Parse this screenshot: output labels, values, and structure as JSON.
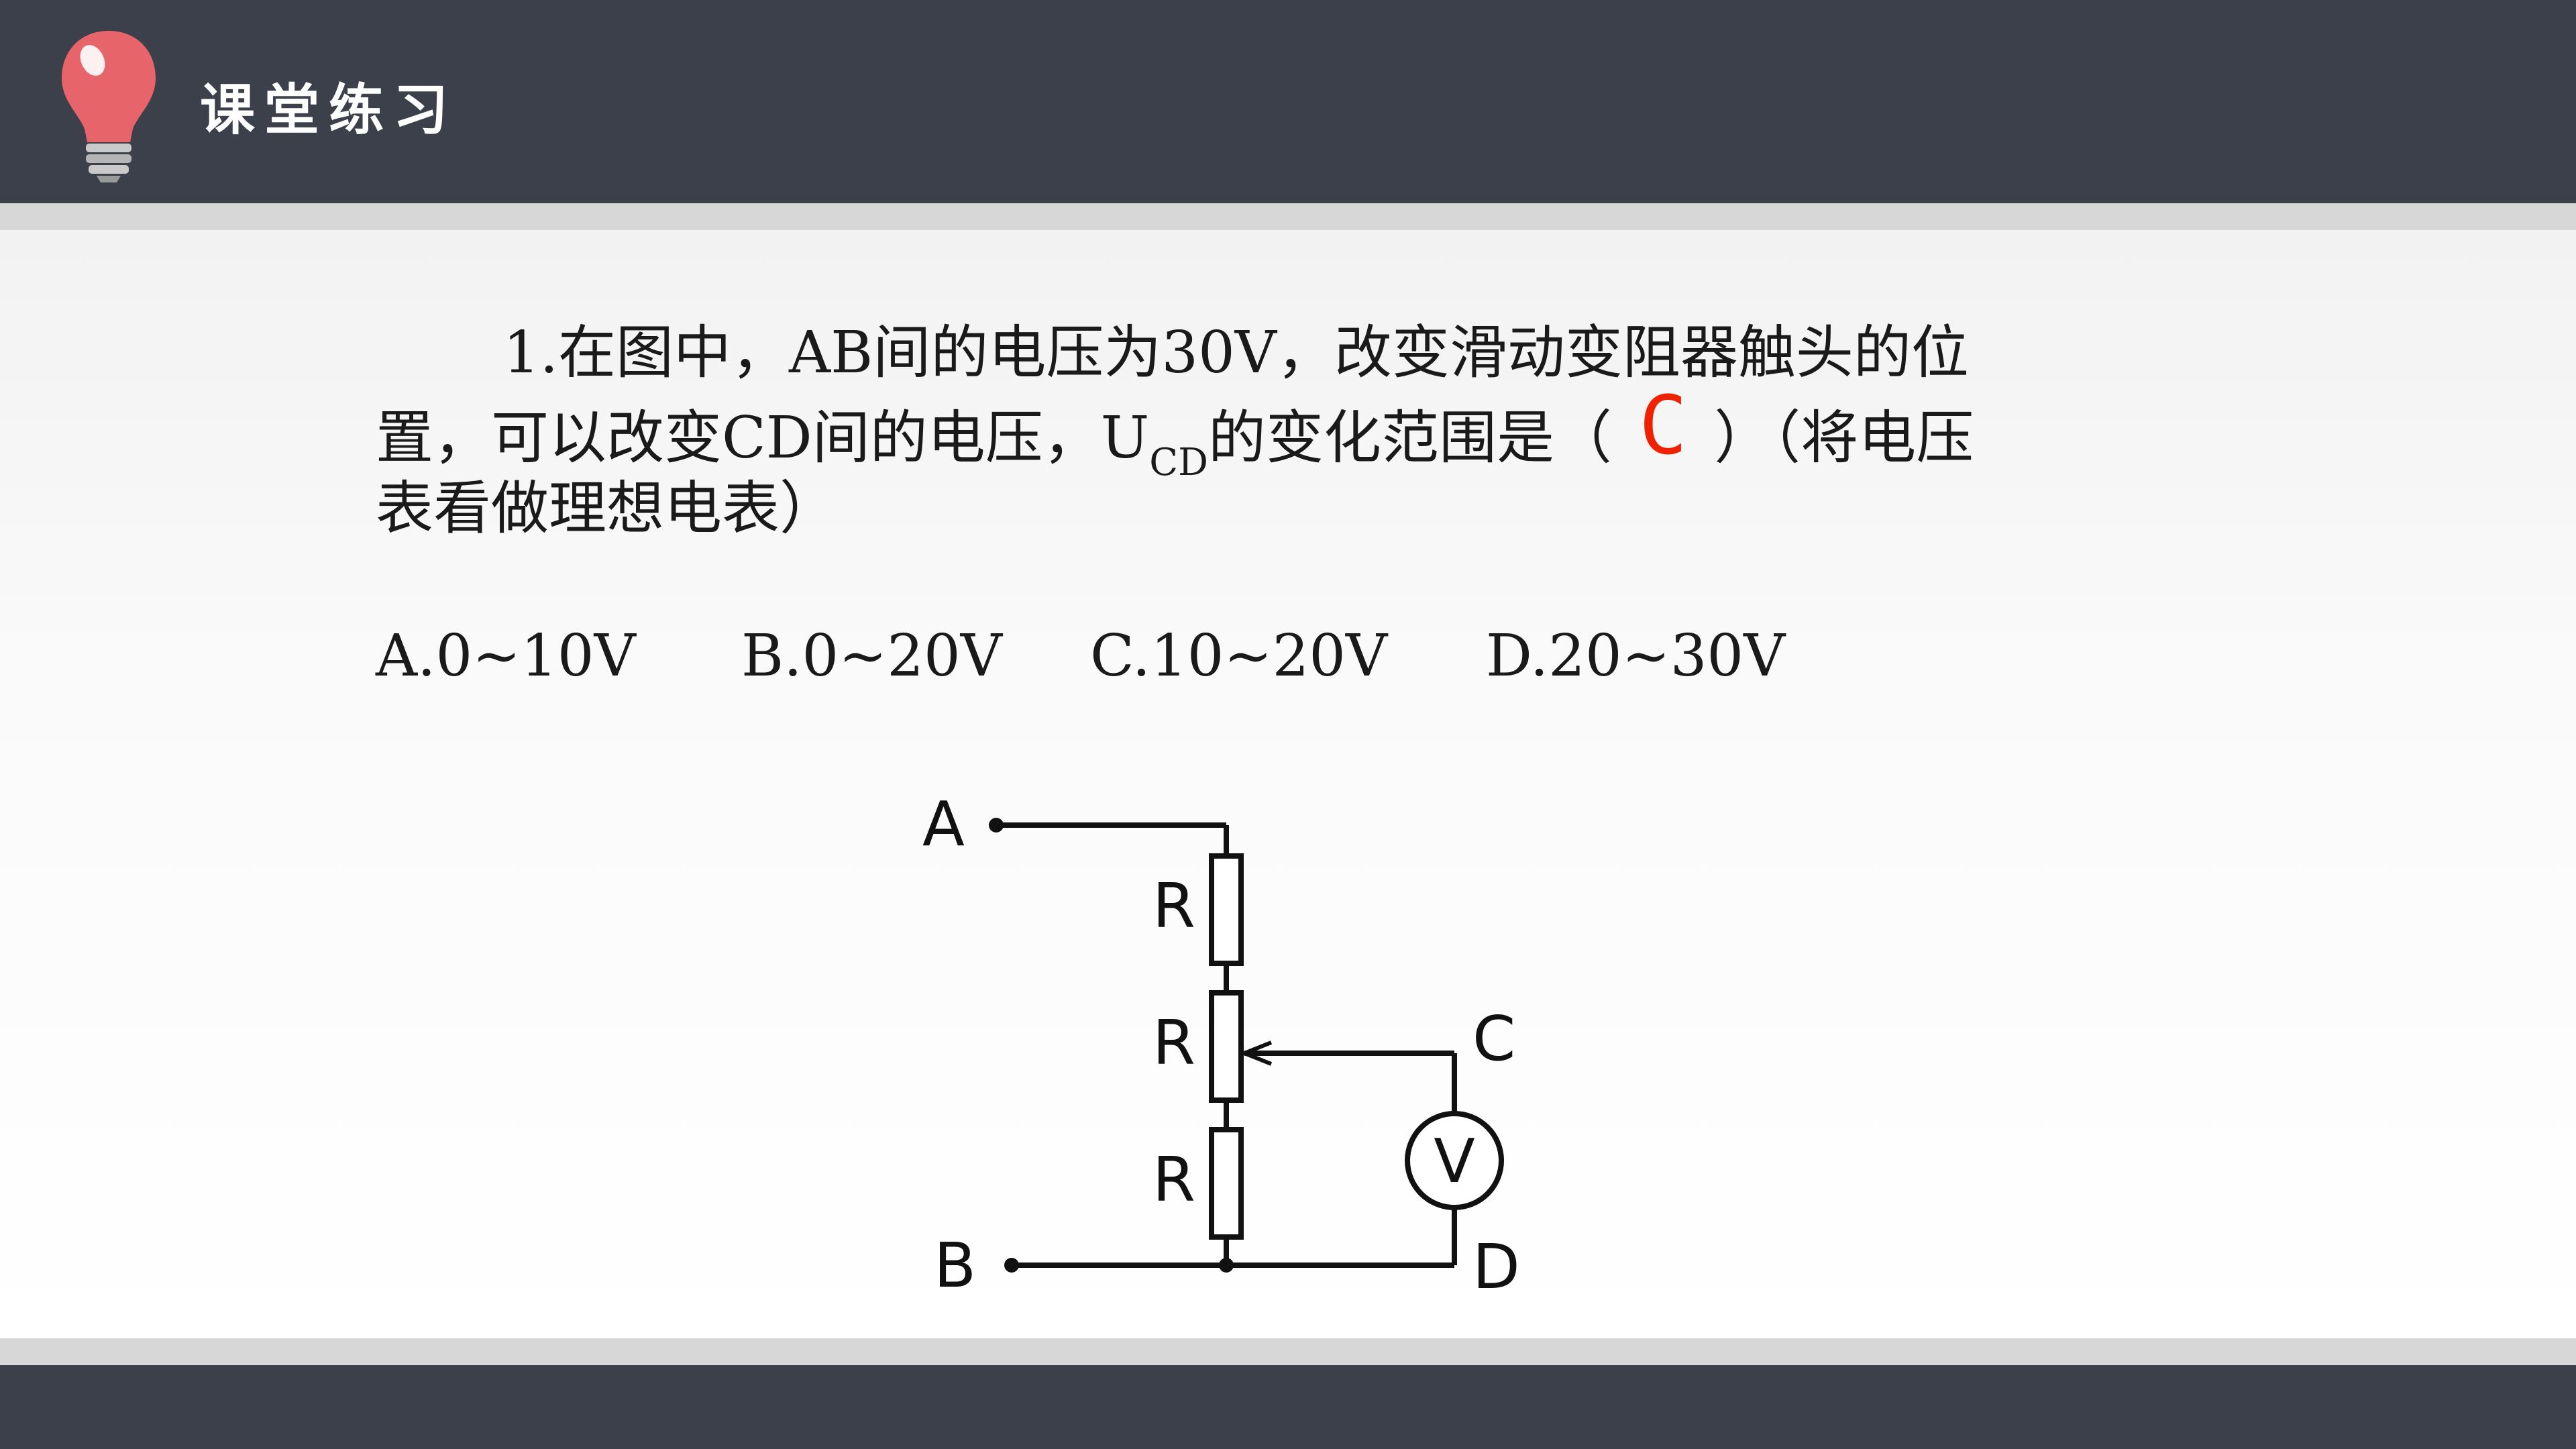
{
  "header": {
    "title": "课堂练习",
    "icon": "lightbulb-icon"
  },
  "question": {
    "line1": "1.在图中，AB间的电压为30V，改变滑动变阻器触头的位",
    "line2_prefix": "置，可以改变CD间的电压，U",
    "line2_sub": "CD",
    "line2_mid": "的变化范围是（",
    "answer": "C",
    "line2_suffix": "）（将电压",
    "line3": "表看做理想电表）"
  },
  "options": [
    "A.0~10V",
    "B.0~20V",
    "C.10~20V",
    "D.20~30V"
  ],
  "circuit": {
    "terminal_a": "A",
    "terminal_b": "B",
    "terminal_c": "C",
    "terminal_d": "D",
    "resistor_labels": [
      "R",
      "R",
      "R"
    ],
    "voltmeter_label": "V"
  },
  "colors": {
    "header_bg": "#3b404b",
    "stripe": "#d7d7d7",
    "answer": "#ee2200",
    "bulb": "#e8646b"
  }
}
